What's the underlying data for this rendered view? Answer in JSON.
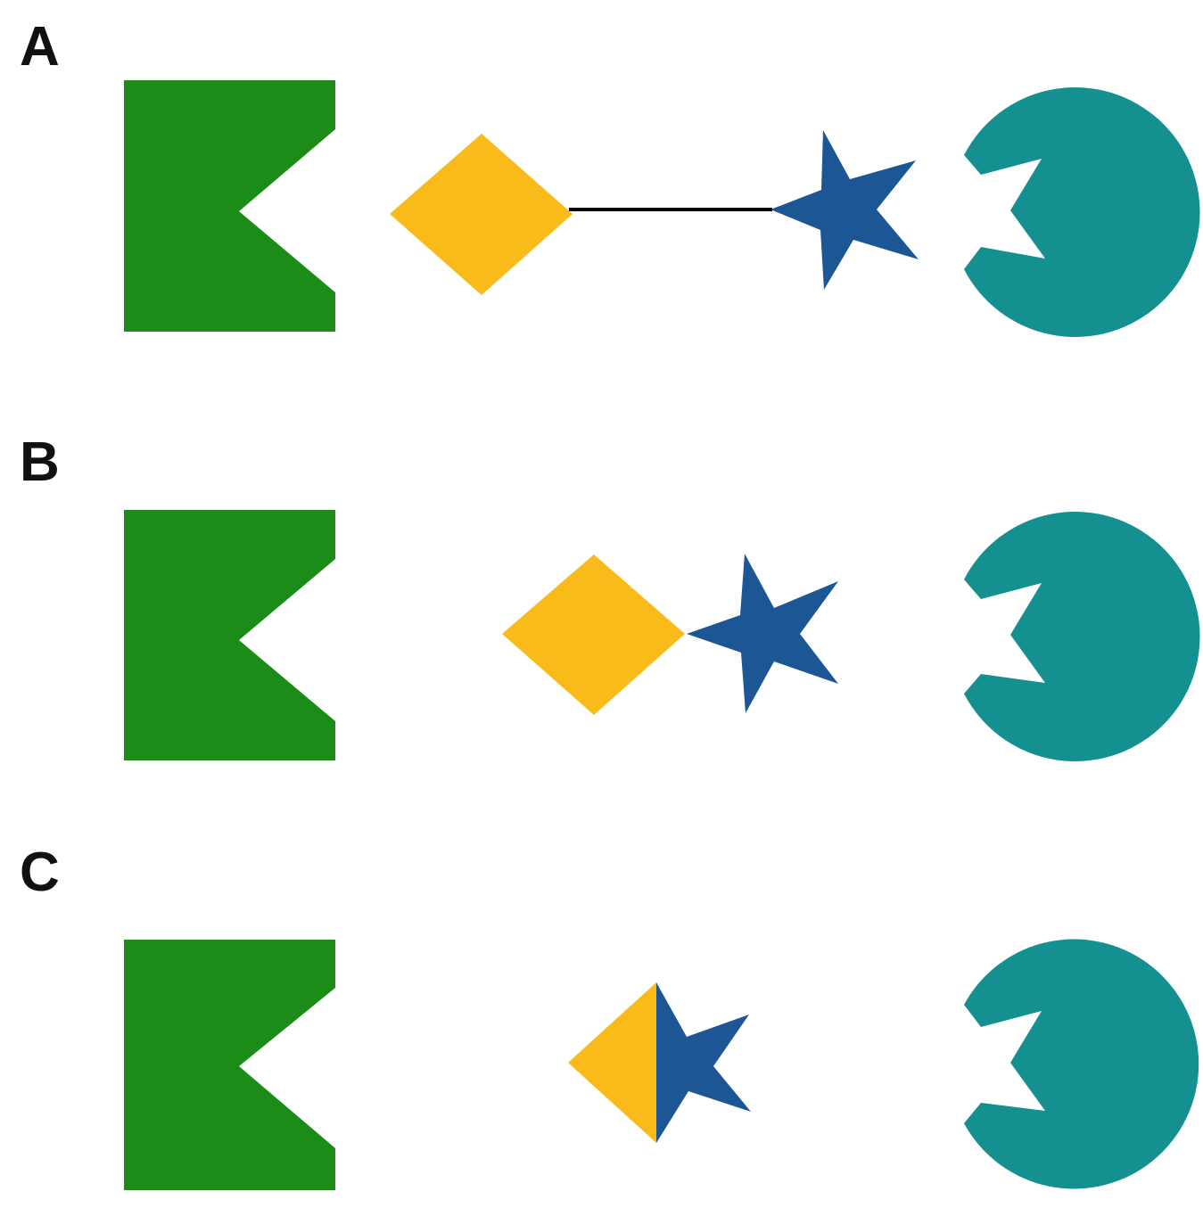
{
  "panels": [
    {
      "id": "A",
      "label": "A",
      "arrangement": "linker-separated"
    },
    {
      "id": "B",
      "label": "B",
      "arrangement": "directly-joined"
    },
    {
      "id": "C",
      "label": "C",
      "arrangement": "fused-half-shapes"
    }
  ],
  "colors": {
    "notched_block": "#1a8c17",
    "diamond": "#f8bb1a",
    "star": "#1c5695",
    "pacman": "#159091",
    "linker": "#000000",
    "label": "#111111"
  },
  "icons": {
    "left_receptor": "notched-square",
    "ligand_one": "diamond",
    "ligand_two": "star",
    "right_receptor": "notched-circle"
  }
}
